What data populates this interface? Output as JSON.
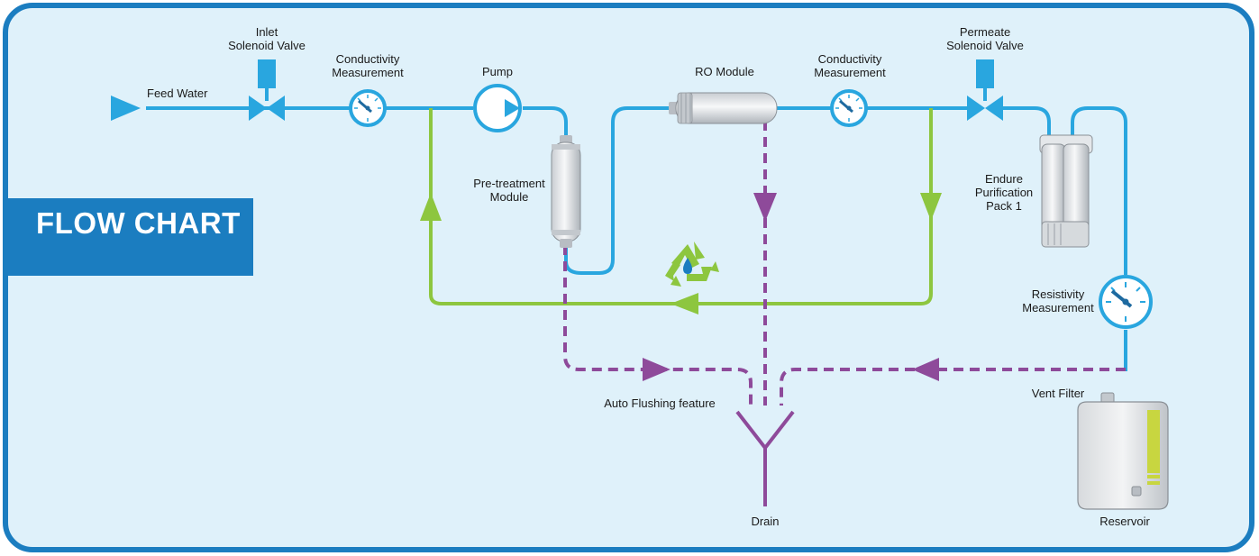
{
  "title": "FLOW CHART",
  "labels": {
    "feed_water": "Feed Water",
    "inlet_valve": [
      "Inlet",
      "Solenoid Valve"
    ],
    "conductivity_1": [
      "Conductivity",
      "Measurement"
    ],
    "pump": "Pump",
    "pretreatment": [
      "Pre-treatment",
      "Module"
    ],
    "ro_module": "RO Module",
    "conductivity_2": [
      "Conductivity",
      "Measurement"
    ],
    "permeate_valve": [
      "Permeate",
      "Solenoid Valve"
    ],
    "endure_pack": [
      "Endure",
      "Purification",
      "Pack 1"
    ],
    "resistivity": [
      "Resistivity",
      "Measurement"
    ],
    "vent_filter": "Vent Filter",
    "auto_flushing": "Auto Flushing feature",
    "drain": "Drain",
    "reservoir": "Reservoir"
  },
  "colors": {
    "frame": "#1b7dc0",
    "background": "#dff1fa",
    "water_line": "#29a6df",
    "recycle_line": "#8dc63f",
    "drain_line": "#8e4a9a",
    "title_box": "#1b7dc0"
  },
  "icons": [
    "recycle-icon",
    "water-drop-icon",
    "gauge-icon",
    "valve-icon",
    "pump-icon"
  ]
}
